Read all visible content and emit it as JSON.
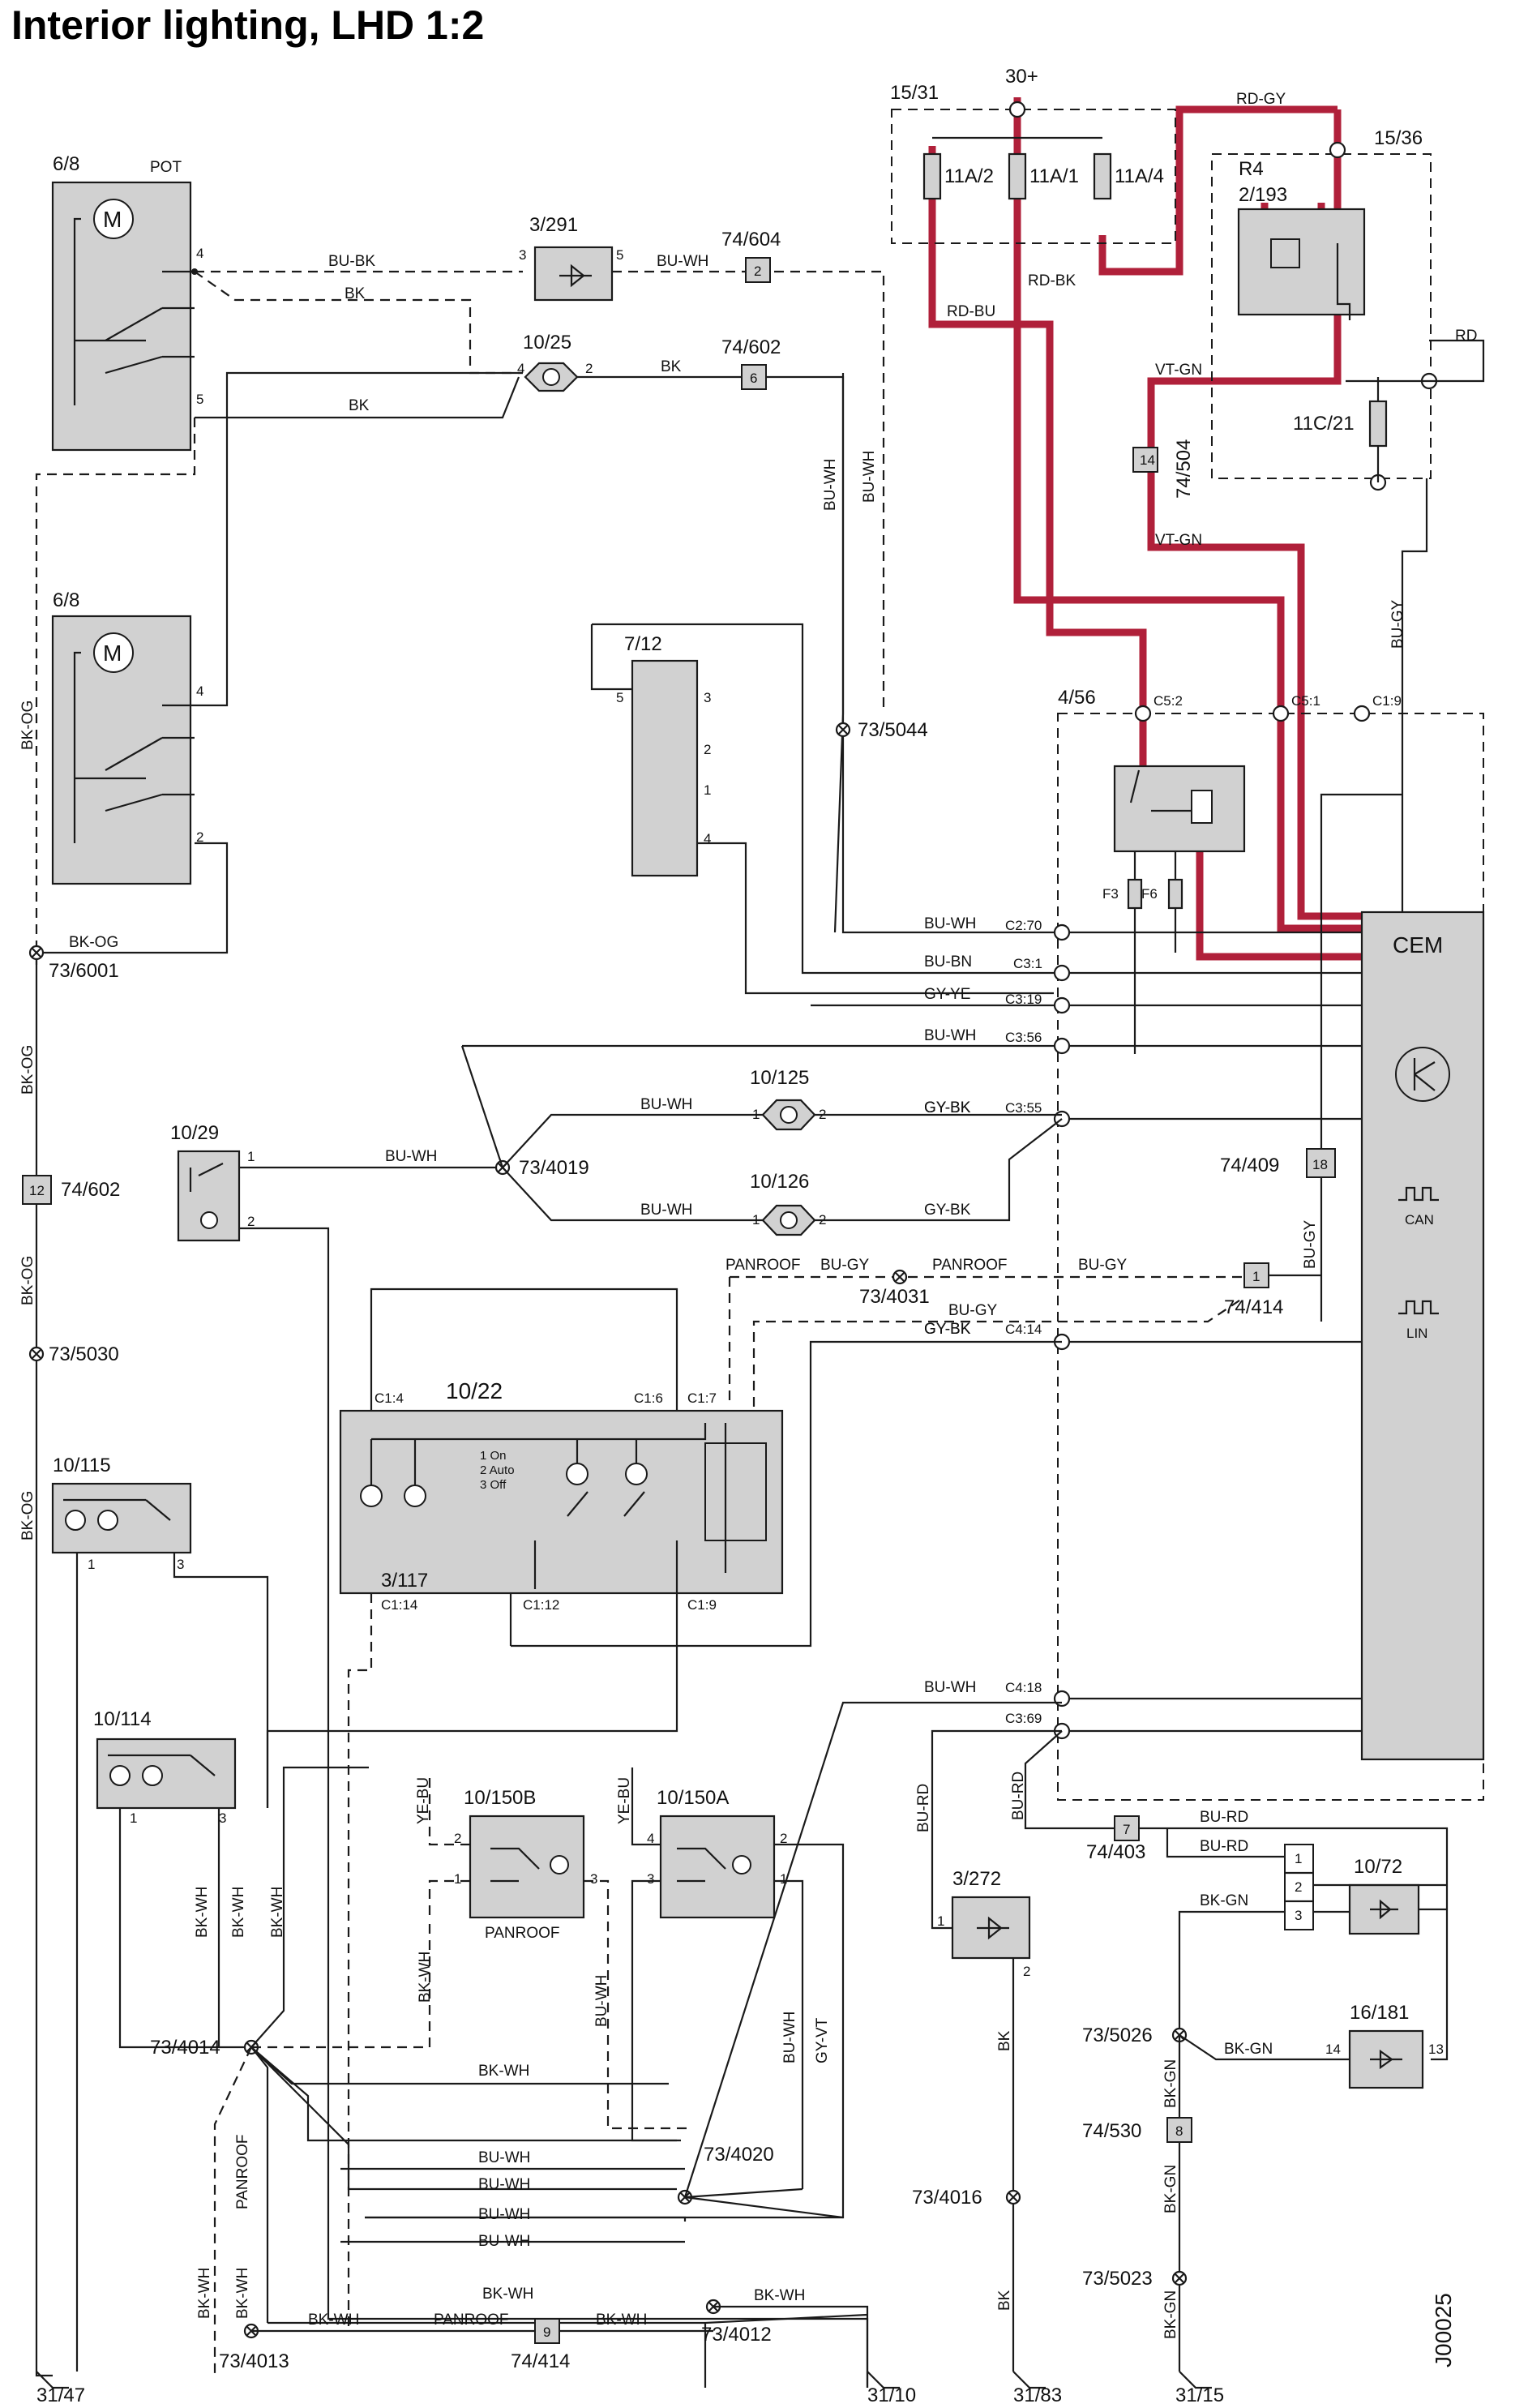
{
  "title": "Interior lighting, LHD 1:2",
  "drawing_id": "J00025",
  "supply": {
    "label": "30+"
  },
  "fuse_box": {
    "id": "15/31",
    "fuses": [
      "11A/2",
      "11A/1",
      "11A/4"
    ]
  },
  "relay_box": {
    "id": "15/36",
    "relay": "R4",
    "relay_id": "2/193",
    "fuse": "11C/21"
  },
  "cem": {
    "id": "4/56",
    "label": "CEM",
    "fuses": [
      "F3",
      "F6"
    ],
    "bus": [
      "CAN",
      "LIN"
    ],
    "connectors": [
      "C5:2",
      "C5:1",
      "C1:9",
      "C2:70",
      "C3:1",
      "C3:19",
      "C3:56",
      "C3:55",
      "C4:14",
      "C4:18",
      "C3:69"
    ]
  },
  "components": {
    "motor_pot": "6/8",
    "pot": "POT",
    "motor2": "6/8",
    "c3_291": "3/291",
    "c10_25": "10/25",
    "c7_12": "7/12",
    "c10_29": "10/29",
    "c10_125": "10/125",
    "c10_126": "10/126",
    "c10_22": "10/22",
    "c3_117": "3/117",
    "c10_115": "10/115",
    "c10_114": "10/114",
    "c10_150b": "10/150B",
    "c10_150a": "10/150A",
    "c3_272": "3/272",
    "c10_72": "10/72",
    "c16_181": "16/181"
  },
  "switch_legend": [
    "1 On",
    "2 Auto",
    "3 Off"
  ],
  "connectors": {
    "c74_604": "74/604",
    "c74_602a": "74/602",
    "c74_504": "74/504",
    "c74_602b": "74/602",
    "c74_409": "74/409",
    "c74_414a": "74/414",
    "c74_403": "74/403",
    "c74_530": "74/530",
    "c74_414b": "74/414"
  },
  "splices": {
    "s5044": "73/5044",
    "s6001": "73/6001",
    "s4019": "73/4019",
    "s5030": "73/5030",
    "s4031": "73/4031",
    "s4014": "73/4014",
    "s4020": "73/4020",
    "s4016": "73/4016",
    "s5026": "73/5026",
    "s5023": "73/5023",
    "s4013": "73/4013",
    "s4012": "73/4012"
  },
  "grounds": [
    "31/47",
    "31/10",
    "31/83",
    "31/15"
  ],
  "panroof": "PANROOF",
  "wire_colors": {
    "bu_bk": "BU-BK",
    "bk": "BK",
    "bu_wh": "BU-WH",
    "bk_og": "BK-OG",
    "rd_gy": "RD-GY",
    "rd_bk": "RD-BK",
    "rd_bu": "RD-BU",
    "rd": "RD",
    "vt_gn": "VT-GN",
    "bu_gy": "BU-GY",
    "bu_bn": "BU-BN",
    "gy_ye": "GY-YE",
    "gy_bk": "GY-BK",
    "ye_bu": "YE-BU",
    "bk_wh": "BK-WH",
    "gy_vt": "GY-VT",
    "bu_rd": "BU-RD",
    "bk_gn": "BK-GN"
  },
  "colors": {
    "power_wire": "#b0203a",
    "component_fill": "#d1d1d1",
    "wire": "#1a1a1a"
  }
}
